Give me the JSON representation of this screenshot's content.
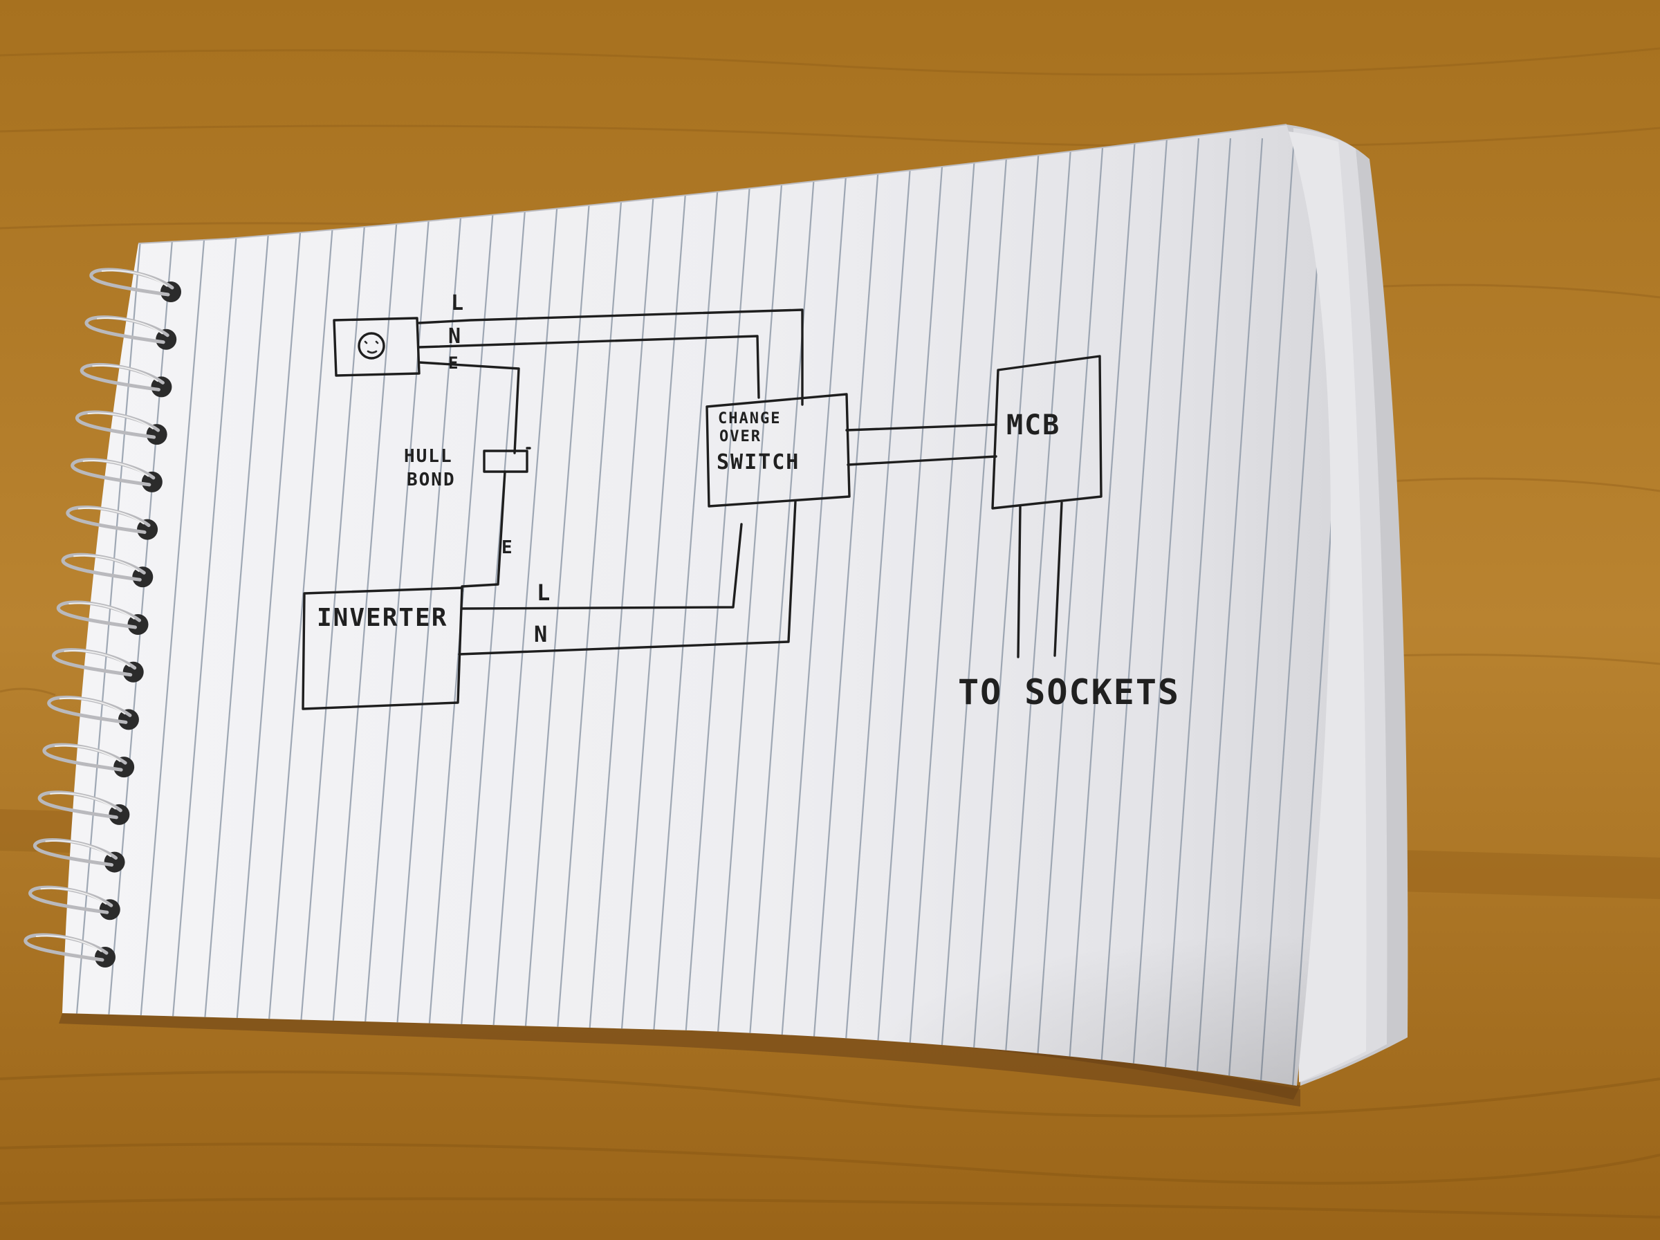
{
  "diagram": {
    "socket_terminals": {
      "live": "L",
      "neutral": "N",
      "earth": "E"
    },
    "hull_bond_label": [
      "HULL",
      "BOND"
    ],
    "earth_wire_label": "E",
    "changeover_switch_label": [
      "CHANGE",
      "OVER",
      "SWITCH"
    ],
    "mcb_label": "MCB",
    "inverter_label": "INVERTER",
    "inverter_outputs": {
      "live": "L",
      "neutral": "N"
    },
    "sockets_label": "TO SOCKETS"
  },
  "colors": {
    "wood": "#b67f2c",
    "wood_dark": "#8a5a18",
    "paper": "#f1f1f3",
    "rule_line": "#8f9aa8",
    "ink": "#1e1e1e"
  }
}
